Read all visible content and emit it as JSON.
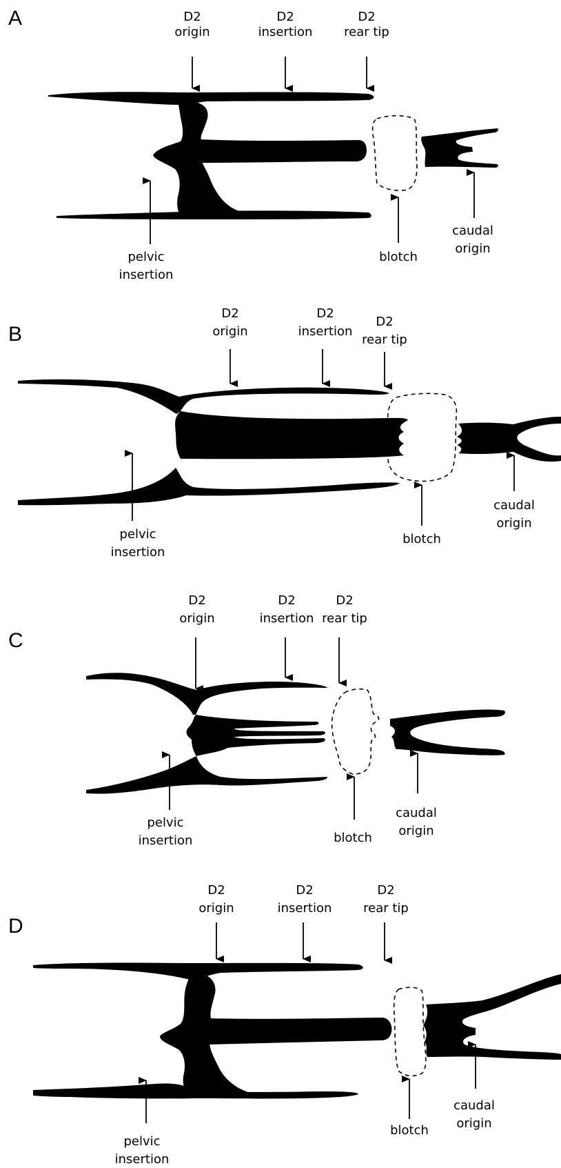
{
  "panels": [
    {
      "letter": "A",
      "labels": {
        "d2_origin": [
          "D2",
          "origin"
        ],
        "d2_insertion": [
          "D2",
          "insertion"
        ],
        "d2_rear_tip": [
          "D2",
          "rear tip"
        ],
        "pelvic_insertion": [
          "pelvic",
          "insertion"
        ],
        "blotch": [
          "blotch"
        ],
        "caudal_origin": [
          "caudal",
          "origin"
        ]
      }
    },
    {
      "letter": "B",
      "labels": {
        "d2_origin": [
          "D2",
          "origin"
        ],
        "d2_insertion": [
          "D2",
          "insertion"
        ],
        "d2_rear_tip": [
          "D2",
          "rear tip"
        ],
        "pelvic_insertion": [
          "pelvic",
          "insertion"
        ],
        "blotch": [
          "blotch"
        ],
        "caudal_origin": [
          "caudal",
          "origin"
        ]
      }
    },
    {
      "letter": "C",
      "labels": {
        "d2_origin": [
          "D2",
          "origin"
        ],
        "d2_insertion": [
          "D2",
          "insertion"
        ],
        "d2_rear_tip": [
          "D2",
          "rear tip"
        ],
        "pelvic_insertion": [
          "pelvic",
          "insertion"
        ],
        "blotch": [
          "blotch"
        ],
        "caudal_origin": [
          "caudal",
          "origin"
        ]
      }
    },
    {
      "letter": "D",
      "labels": {
        "d2_origin": [
          "D2",
          "origin"
        ],
        "d2_insertion": [
          "D2",
          "insertion"
        ],
        "d2_rear_tip": [
          "D2",
          "rear tip"
        ],
        "pelvic_insertion": [
          "pelvic",
          "insertion"
        ],
        "blotch": [
          "blotch"
        ],
        "caudal_origin": [
          "caudal",
          "origin"
        ]
      }
    }
  ]
}
